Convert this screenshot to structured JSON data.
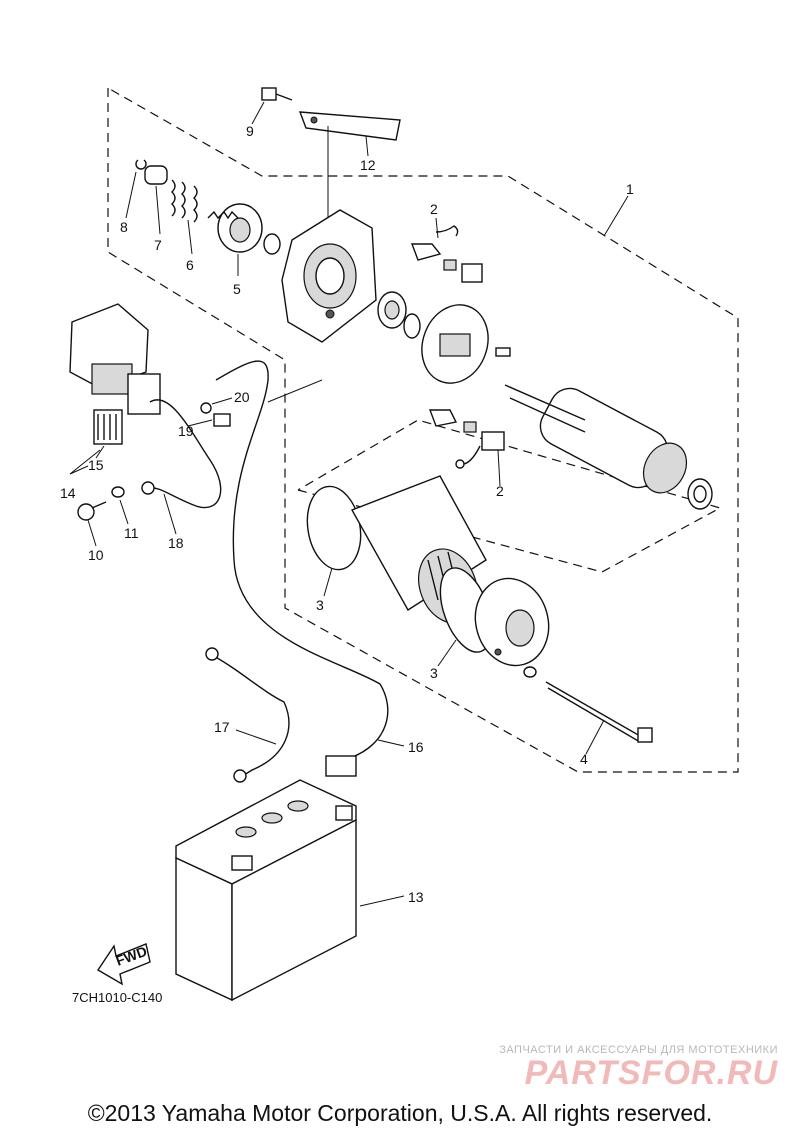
{
  "diagram": {
    "callouts": [
      "1",
      "2",
      "2",
      "3",
      "3",
      "4",
      "5",
      "6",
      "7",
      "8",
      "9",
      "10",
      "11",
      "12",
      "13",
      "14",
      "15",
      "16",
      "17",
      "18",
      "19",
      "20"
    ],
    "fwd_label": "FWD",
    "ref_code": "7CH1010-C140"
  },
  "watermark": {
    "tagline": "ЗАПЧАСТИ И АКСЕССУАРЫ ДЛЯ МОТОТЕХНИКИ",
    "brand": "PARTSFOR.RU"
  },
  "footer": {
    "copyright": "©2013 Yamaha Motor Corporation, U.S.A. All rights reserved."
  }
}
